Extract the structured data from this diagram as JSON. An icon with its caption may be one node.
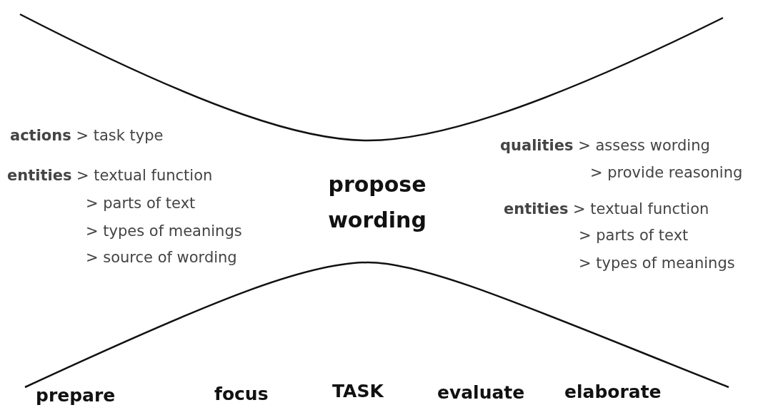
{
  "diagram": {
    "labels": [
      "**actions** > task type",
      "**entities** > textual function",
      "> parts of text",
      "> types of meanings",
      "> source of wording",
      "propose wording",
      "**qualities** > assess wording",
      "> provide reasoning",
      "**entities** > textual function",
      "> parts of text",
      "> types of meanings",
      "prepare",
      "focus",
      "TASK",
      "evaluate",
      "elaborate"
    ]
  }
}
